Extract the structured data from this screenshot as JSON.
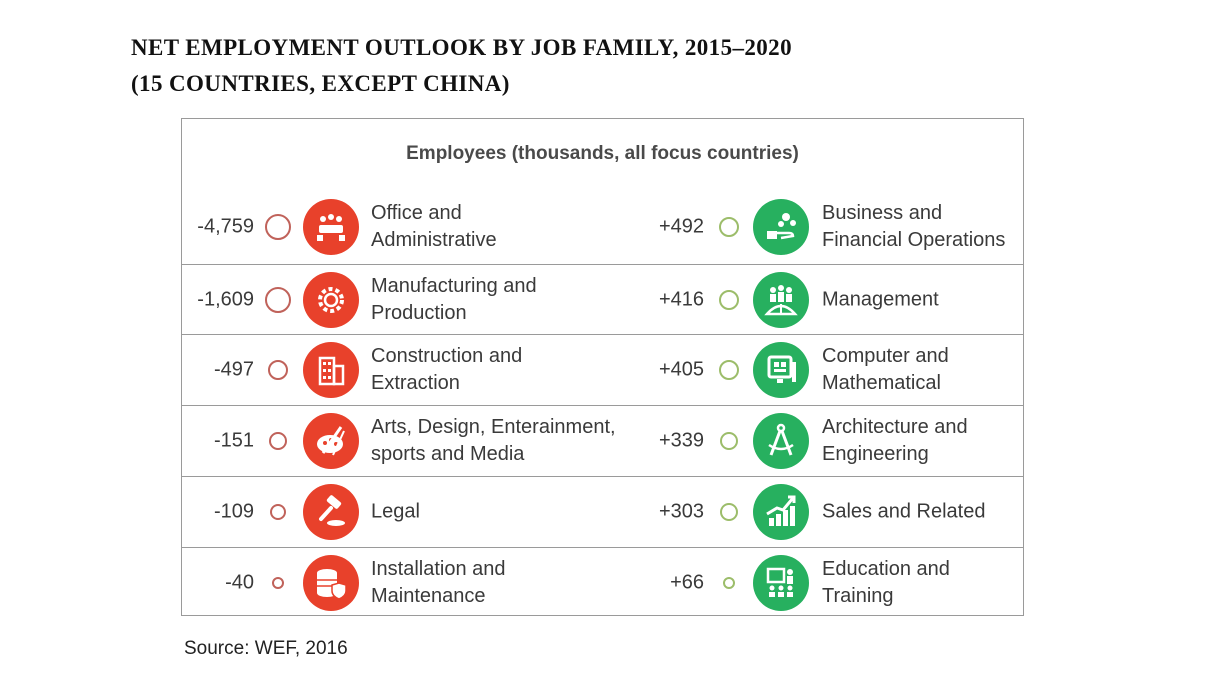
{
  "title_line1": "NET EMPLOYMENT OUTLOOK BY JOB FAMILY, 2015–2020",
  "title_line2": "(15 COUNTRIES, EXCEPT CHINA)",
  "subtitle": "Employees (thousands, all focus countries)",
  "source": "Source: WEF, 2016",
  "colors": {
    "decline": "#e8412b",
    "decline_circle": "#c0625a",
    "growth": "#27b05f",
    "growth_circle": "#9cbd6a"
  },
  "chart_data": {
    "type": "table",
    "title": "NET EMPLOYMENT OUTLOOK BY JOB FAMILY, 2015–2020 (15 COUNTRIES, EXCEPT CHINA)",
    "unit": "Employees (thousands, all focus countries)",
    "declining": [
      {
        "value": -4759,
        "value_label": "-4,759",
        "label": "Office and\nAdministrative",
        "icon": "meeting-table-icon"
      },
      {
        "value": -1609,
        "value_label": "-1,609",
        "label": "Manufacturing and\nProduction",
        "icon": "gear-icon"
      },
      {
        "value": -497,
        "value_label": "-497",
        "label": "Construction and\nExtraction",
        "icon": "building-icon"
      },
      {
        "value": -151,
        "value_label": "-151",
        "label": "Arts, Design, Enterainment,\nsports and Media",
        "icon": "palette-icon"
      },
      {
        "value": -109,
        "value_label": "-109",
        "label": "Legal",
        "icon": "gavel-icon"
      },
      {
        "value": -40,
        "value_label": "-40",
        "label": "Installation and\nMaintenance",
        "icon": "database-shield-icon"
      }
    ],
    "growing": [
      {
        "value": 492,
        "value_label": "+492",
        "label": "Business and\nFinancial Operations",
        "icon": "money-hand-icon"
      },
      {
        "value": 416,
        "value_label": "+416",
        "label": "Management",
        "icon": "team-globe-icon"
      },
      {
        "value": 405,
        "value_label": "+405",
        "label": "Computer and\nMathematical",
        "icon": "computer-icon"
      },
      {
        "value": 339,
        "value_label": "+339",
        "label": "Architecture and\nEngineering",
        "icon": "compass-icon"
      },
      {
        "value": 303,
        "value_label": "+303",
        "label": "Sales and Related",
        "icon": "growth-chart-icon"
      },
      {
        "value": 66,
        "value_label": "+66",
        "label": "Education and\nTraining",
        "icon": "teacher-icon"
      }
    ]
  }
}
